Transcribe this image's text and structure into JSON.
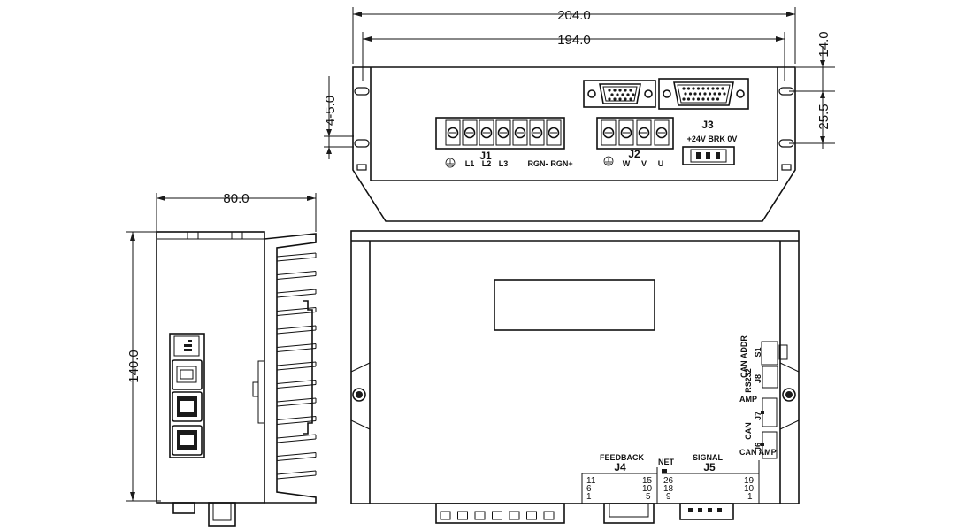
{
  "dimensions": {
    "width_outer": "204.0",
    "width_inner": "194.0",
    "depth": "80.0",
    "height": "140.0",
    "slot_spacing": "25.5",
    "slot_offset": "14.0",
    "slot_width": "4-5.0"
  },
  "front_view": {
    "j1": {
      "title": "J1",
      "pins": [
        "L1",
        "L2",
        "L3",
        "RGN-",
        "RGN+"
      ]
    },
    "j2": {
      "title": "J2",
      "pins": [
        "W",
        "V",
        "U"
      ]
    },
    "j3": {
      "title": "J3",
      "pins": "+24V BRK 0V"
    }
  },
  "top_view": {
    "feedback_label": "FEEDBACK",
    "j4_title": "J4",
    "j4_pins": [
      "11",
      "6",
      "1",
      "15",
      "10",
      "5"
    ],
    "net_label": "NET",
    "net_pins": [
      "26",
      "18",
      "9"
    ],
    "signal_label": "SIGNAL",
    "j5_title": "J5",
    "j5_pins": [
      "19",
      "10",
      "1"
    ],
    "s1_label": "S1",
    "can_addr_label": "CAN ADDR",
    "j8_label": "J8",
    "rs232_label": "RS232",
    "amp_label": "AMP",
    "j7_label": "J7",
    "can_label": "CAN",
    "j6_label": "J6",
    "can_amp_label": "CAN AMP"
  }
}
